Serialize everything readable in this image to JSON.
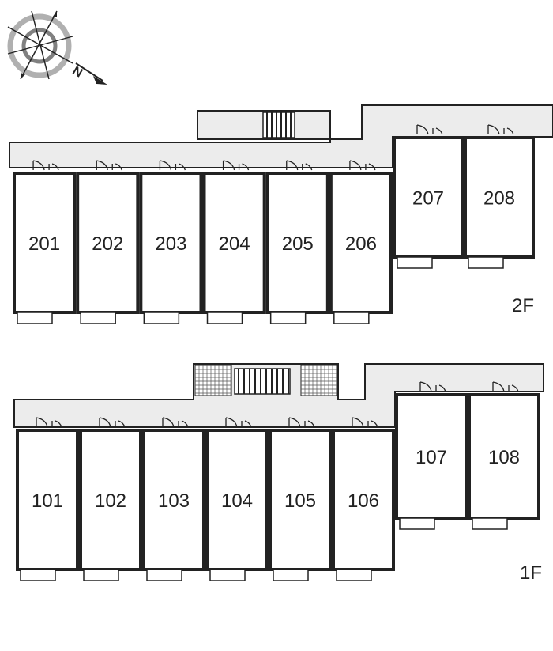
{
  "floors": [
    {
      "label": "2F",
      "units": [
        "201",
        "202",
        "203",
        "204",
        "205",
        "206",
        "207",
        "208"
      ]
    },
    {
      "label": "1F",
      "units": [
        "101",
        "102",
        "103",
        "104",
        "105",
        "106",
        "107",
        "108"
      ]
    }
  ],
  "compass": {
    "icon": "compass-north-arrow-icon",
    "label": "N"
  },
  "colors": {
    "corridor": "#ececec",
    "wall": "#222222",
    "ring_outer": "#b0b0b0",
    "ring_inner": "#808080"
  }
}
